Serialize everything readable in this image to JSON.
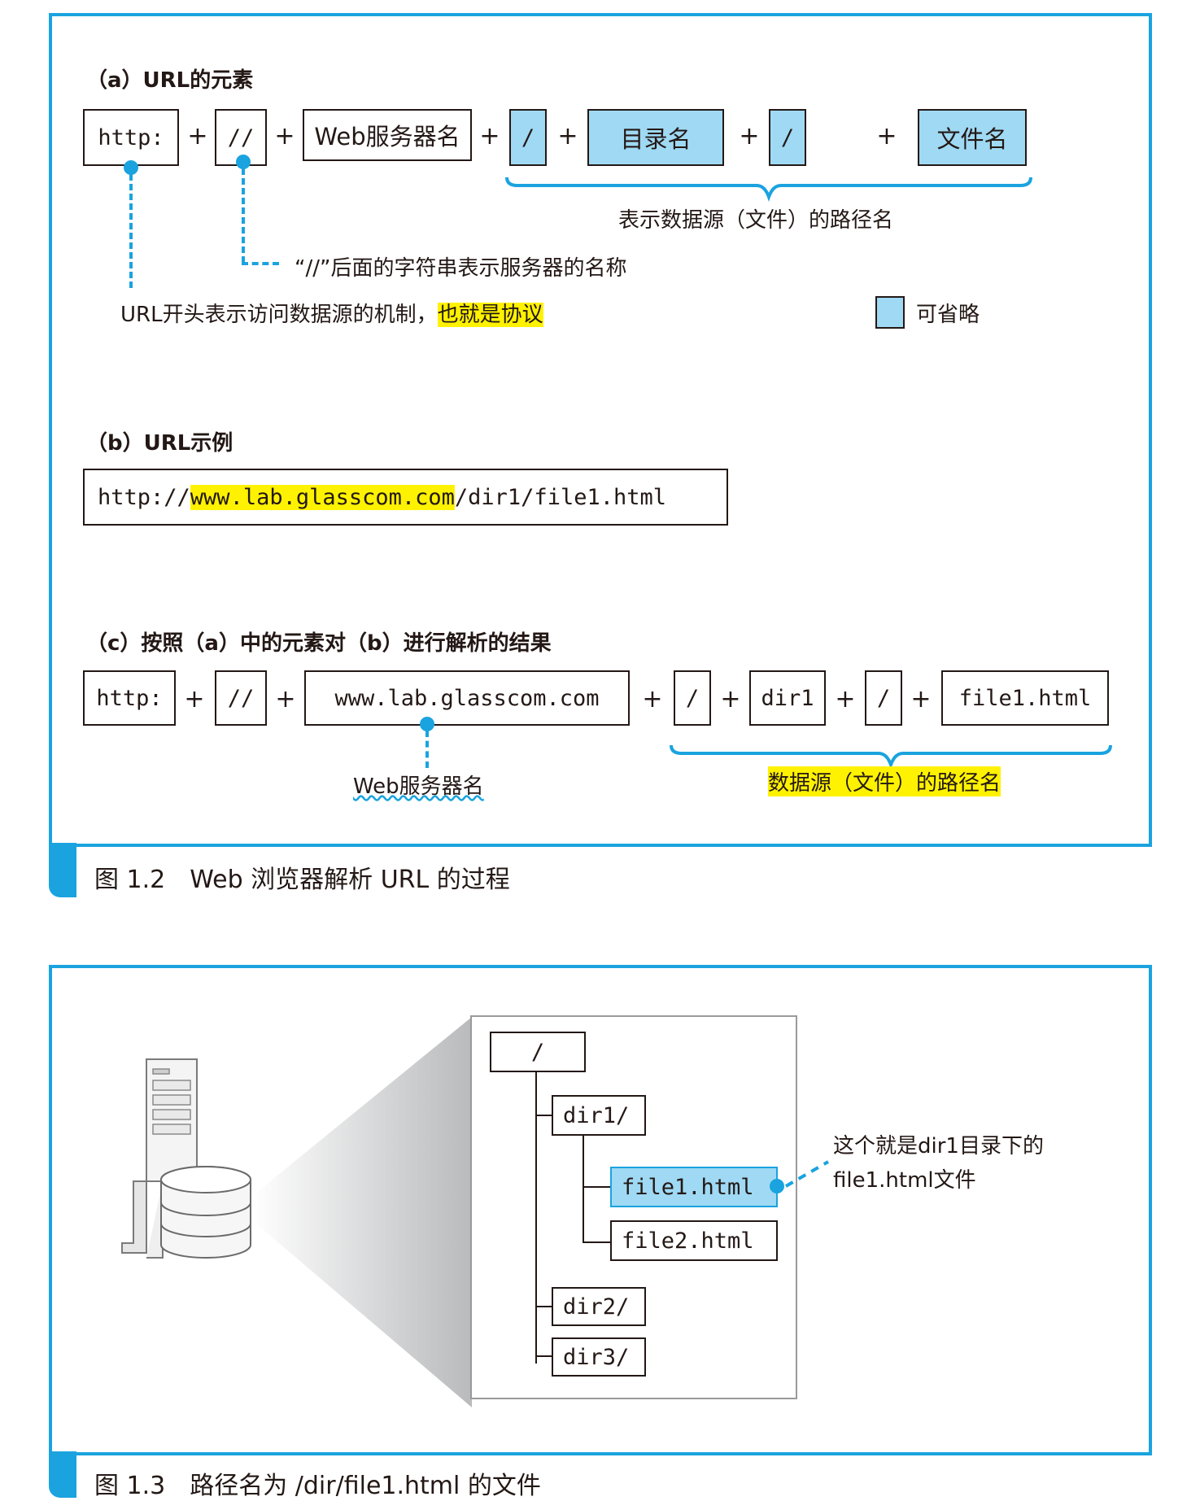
{
  "fig12": {
    "a": {
      "title": "（a）URL的元素",
      "elements": {
        "http": "http:",
        "slashes": "//",
        "server": "Web服务器名",
        "slash1": "/",
        "dir": "目录名",
        "slash2": "/",
        "dots": "······",
        "file": "文件名"
      },
      "plus": "+",
      "brace_label": "表示数据源（文件）的路径名",
      "note_slashes": "“//”后面的字符串表示服务器的名称",
      "note_scheme": "URL开头表示访问数据源的机制，",
      "note_scheme_hl": "也就是协议",
      "legend": "可省略"
    },
    "b": {
      "title": "（b）URL示例",
      "url_pre": "http://",
      "url_hl": "www.lab.glasscom.com",
      "url_post": "/dir1/file1.html"
    },
    "c": {
      "title": "（c）按照（a）中的元素对（b）进行解析的结果",
      "elements": {
        "http": "http:",
        "slashes": "//",
        "server": "www.lab.glasscom.com",
        "slash1": "/",
        "dir": "dir1",
        "slash2": "/",
        "file": "file1.html"
      },
      "plus": "+",
      "server_label": "Web服务器名",
      "brace_label": "数据源（文件）的路径名"
    },
    "caption": "图 1.2　Web 浏览器解析 URL 的过程"
  },
  "fig13": {
    "tree": {
      "root": "/",
      "dir1": "dir1/",
      "file1": "file1.html",
      "file2": "file2.html",
      "dir2": "dir2/",
      "dir3": "dir3/"
    },
    "note_line1": "这个就是dir1目录下的",
    "note_line2": "file1.html文件",
    "caption": "图 1.3　路径名为 /dir/file1.html 的文件"
  },
  "colors": {
    "accent": "#1aa3df",
    "optional_fill": "#9fd9f4",
    "highlight": "#fff200"
  }
}
